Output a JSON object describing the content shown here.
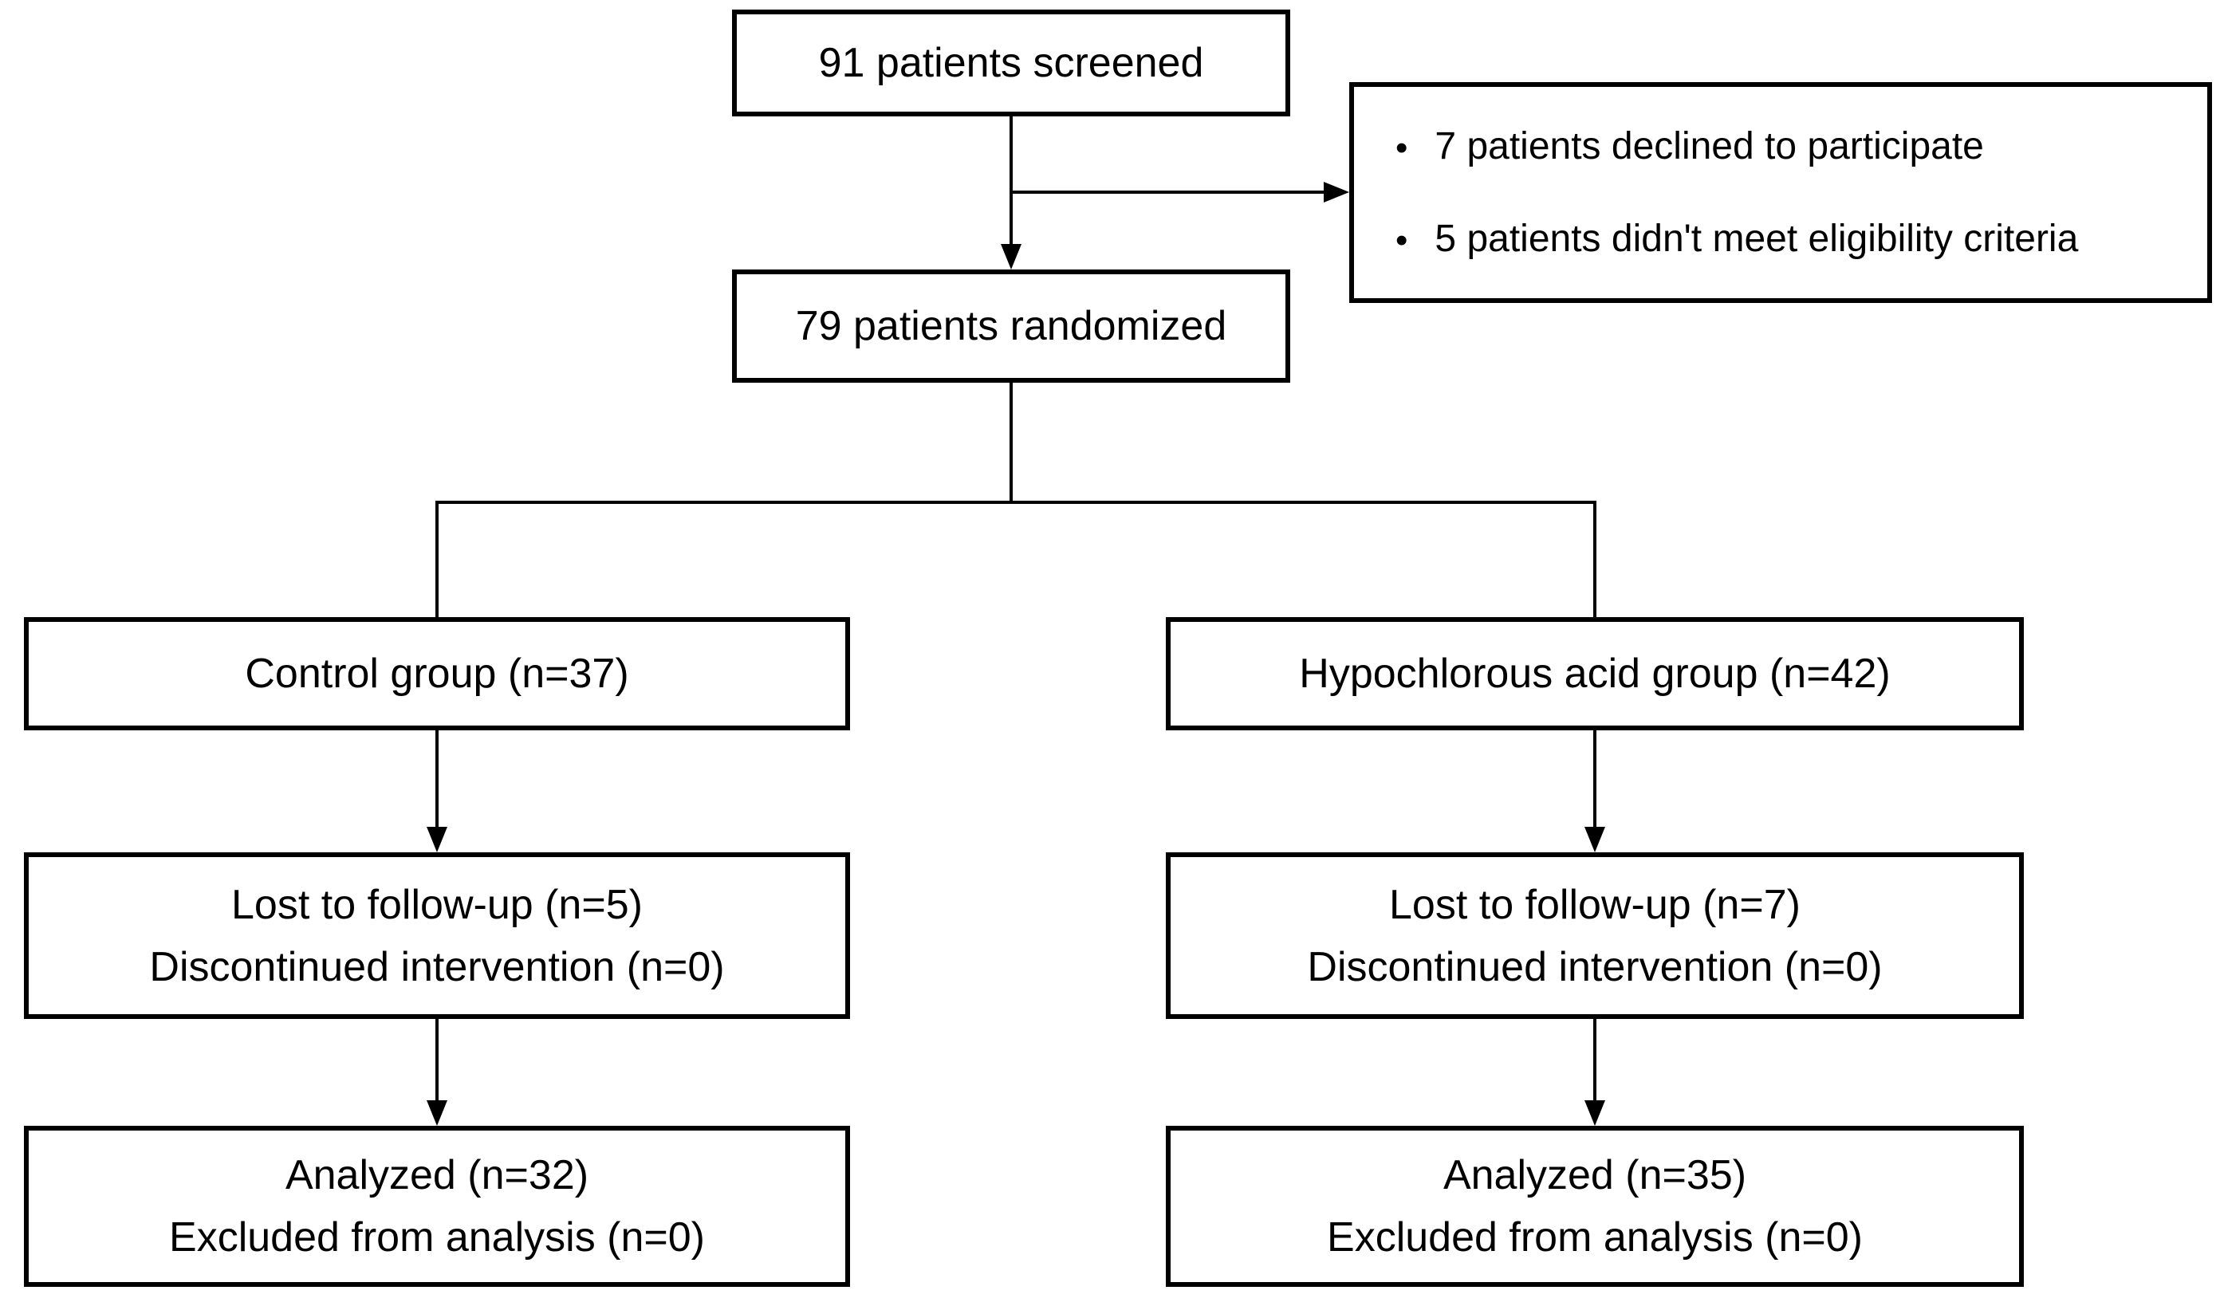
{
  "diagram": {
    "type": "flowchart",
    "colors": {
      "background": "#ffffff",
      "box_fill": "#ffffff",
      "box_border": "#000000",
      "text": "#000000",
      "connector": "#000000"
    },
    "icons": {
      "bullet": "•"
    },
    "boxes": {
      "screened": {
        "text": "91 patients screened"
      },
      "exclusions": {
        "items": [
          "7 patients declined to participate",
          "5 patients didn't meet eligibility criteria"
        ]
      },
      "randomized": {
        "text": "79 patients randomized"
      },
      "control_group": {
        "text": "Control group (n=37)"
      },
      "hypochlorous_group": {
        "text": "Hypochlorous acid group (n=42)"
      },
      "control_followup": {
        "lines": [
          "Lost to follow-up (n=5)",
          "Discontinued intervention (n=0)"
        ]
      },
      "hypochlorous_followup": {
        "lines": [
          "Lost to follow-up (n=7)",
          "Discontinued intervention (n=0)"
        ]
      },
      "control_analyzed": {
        "lines": [
          "Analyzed (n=32)",
          "Excluded from analysis (n=0)"
        ]
      },
      "hypochlorous_analyzed": {
        "lines": [
          "Analyzed (n=35)",
          "Excluded from analysis (n=0)"
        ]
      }
    }
  }
}
